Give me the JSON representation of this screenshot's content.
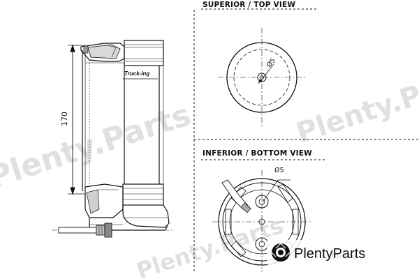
{
  "views": {
    "top_label": "SUPERIOR / TOP VIEW",
    "bottom_label": "INFERIOR / BOTTOM VIEW"
  },
  "dimensions": {
    "height": "170",
    "top_hole": "Ø5",
    "bottom_hole": "Ø5"
  },
  "brand": {
    "logo_text": "Truck-ing",
    "watermark_text": "Plenty.Parts",
    "badge_text": "PlentyParts",
    "badge_color": "#111111",
    "logo_accent": "#e08a2a"
  }
}
